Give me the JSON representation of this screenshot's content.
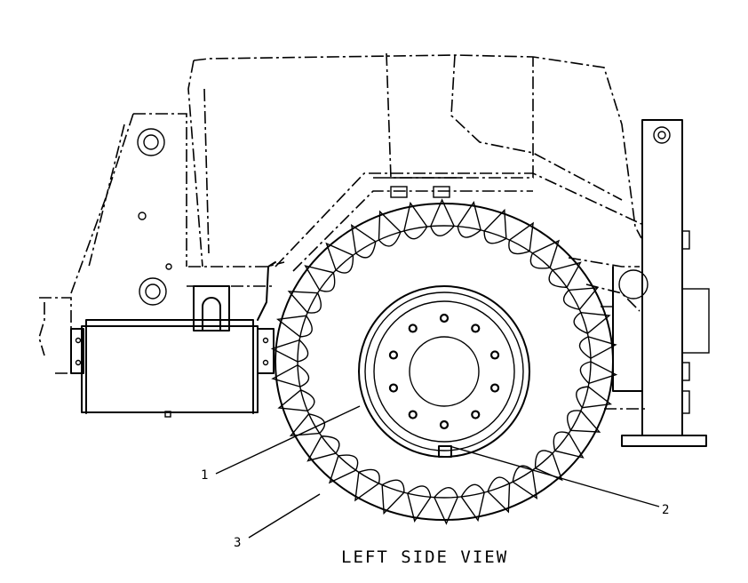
{
  "view_title": "LEFT SIDE VIEW",
  "callouts": [
    {
      "label": "1"
    },
    {
      "label": "2"
    },
    {
      "label": "3"
    }
  ],
  "colors": {
    "ink": "#000000",
    "paper": "#ffffff"
  }
}
